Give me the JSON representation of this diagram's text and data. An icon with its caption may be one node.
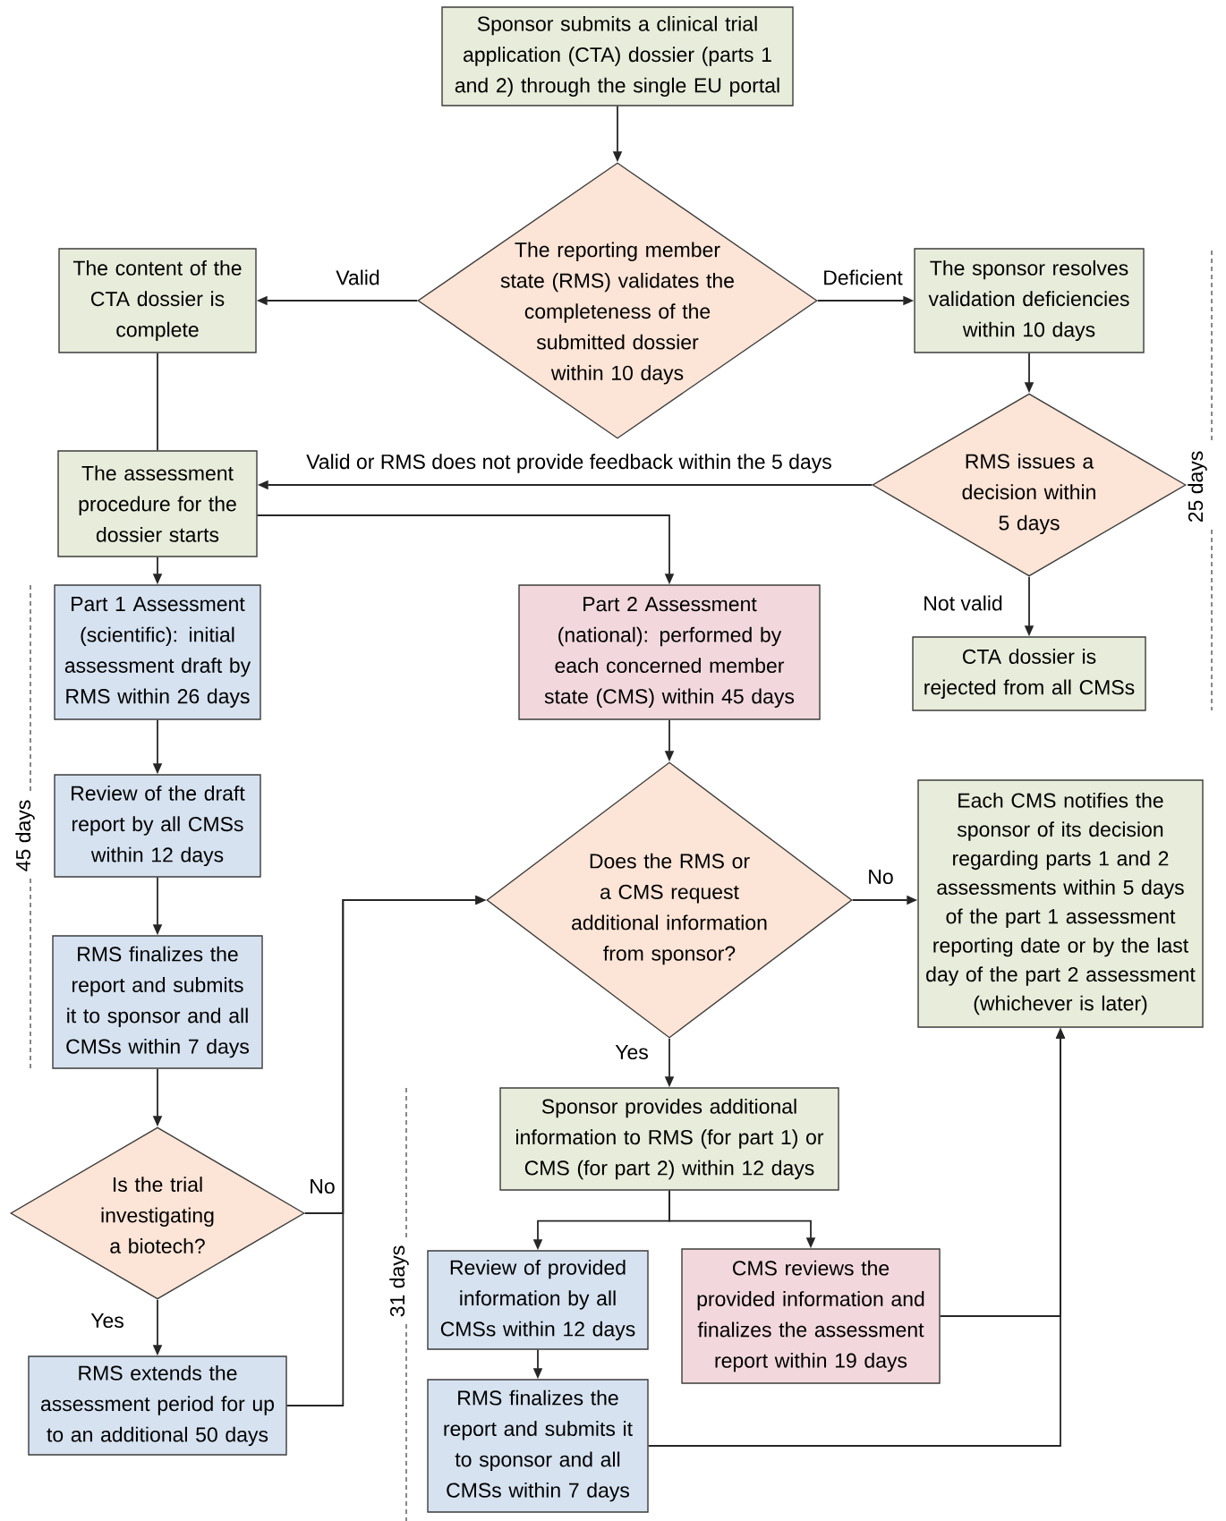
{
  "diagram": {
    "nodes": [
      {
        "text": [
          "Sponsor submits a clinical trial application (CTA) dossier (parts 1 and 2) through the single EU portal"
        ]
      },
      {
        "text": [
          "The reporting member state (RMS) validates the completeness of the submitted dossier within 10 days"
        ]
      },
      {
        "text": [
          "The content of the CTA dossier is complete"
        ]
      },
      {
        "text": [
          "The sponsor resolves validation deficiencies within 10 days"
        ]
      },
      {
        "text": [
          "RMS issues a decision within 5 days"
        ]
      },
      {
        "text": [
          "The assessment procedure for the dossier starts"
        ]
      },
      {
        "text": [
          "CTA dossier is rejected from all CMSs"
        ]
      },
      {
        "text": [
          "Part 1 Assessment (scientific): initial assessment draft by RMS within 26 days"
        ]
      },
      {
        "text": [
          "Part 2 Assessment (national): performed by each concerned member state (CMS) within 45 days"
        ]
      },
      {
        "text": [
          "Review of the draft report by all CMSs within 12 days"
        ]
      },
      {
        "text": [
          "Does the RMS or a CMS request additional information from sponsor?"
        ]
      },
      {
        "text": [
          "Each CMS notifies the sponsor of its decision regarding parts 1 and 2 assessments within 5 days of the part 1 assessment reporting date or by the last day of the part 2 assessment (whichever is later)"
        ]
      },
      {
        "text": [
          "RMS finalizes the report and submits it to sponsor and all CMSs within 7 days"
        ]
      },
      {
        "text": [
          "Is the trial investigating a biotech?"
        ]
      },
      {
        "text": [
          "Sponsor provides additional information to RMS (for part 1) or CMS (for part 2) within 12 days"
        ]
      },
      {
        "text": [
          "Review of provided information by all CMSs within 12 days"
        ]
      },
      {
        "text": [
          "CMS reviews the provided information and finalizes the assessment report within 19 days"
        ]
      },
      {
        "text": [
          "RMS extends the assessment period for up to an additional 50 days"
        ]
      },
      {
        "text": [
          "RMS finalizes the report and submits it to sponsor and all CMSs within 7 days"
        ]
      }
    ],
    "edges": [
      {
        "from": 0,
        "to": 1,
        "arrow": "to"
      },
      {
        "from": 1,
        "to": 2,
        "arrow": "to",
        "label": "Valid"
      },
      {
        "from": 1,
        "to": 3,
        "arrow": "to",
        "label": "Deficient"
      },
      {
        "from": 2,
        "to": 5,
        "arrow": "none"
      },
      {
        "from": 3,
        "to": 4,
        "arrow": "to"
      },
      {
        "from": 4,
        "to": 5,
        "arrow": "to",
        "label": "Valid or RMS does not provide feedback within the 5 days"
      },
      {
        "from": 4,
        "to": 6,
        "arrow": "to",
        "label": "Not valid"
      },
      {
        "from": 5,
        "to": 7,
        "arrow": "to"
      },
      {
        "from": 5,
        "to": 8,
        "arrow": "to"
      },
      {
        "from": 7,
        "to": 9,
        "arrow": "to"
      },
      {
        "from": 8,
        "to": 10,
        "arrow": "to"
      },
      {
        "from": 9,
        "to": 12,
        "arrow": "to"
      },
      {
        "from": 12,
        "to": 13,
        "arrow": "to"
      },
      {
        "from": 13,
        "to": 10,
        "arrow": "to",
        "label": "No"
      },
      {
        "from": 17,
        "to": 10,
        "arrow": "to"
      },
      {
        "from": 13,
        "to": 17,
        "arrow": "to",
        "label": "Yes"
      },
      {
        "from": 10,
        "to": 11,
        "arrow": "to",
        "label": "No"
      },
      {
        "from": 10,
        "to": 14,
        "arrow": "to",
        "label": "Yes"
      },
      {
        "from": 14,
        "to": 15,
        "arrow": "to"
      },
      {
        "from": 14,
        "to": 16,
        "arrow": "to"
      },
      {
        "from": 15,
        "to": 18,
        "arrow": "to"
      },
      {
        "from": 16,
        "to": 11,
        "arrow": "to"
      },
      {
        "from": 18,
        "to": 11,
        "arrow": "to"
      }
    ],
    "labels": [
      "25 days",
      "45 days",
      "31 days"
    ]
  }
}
